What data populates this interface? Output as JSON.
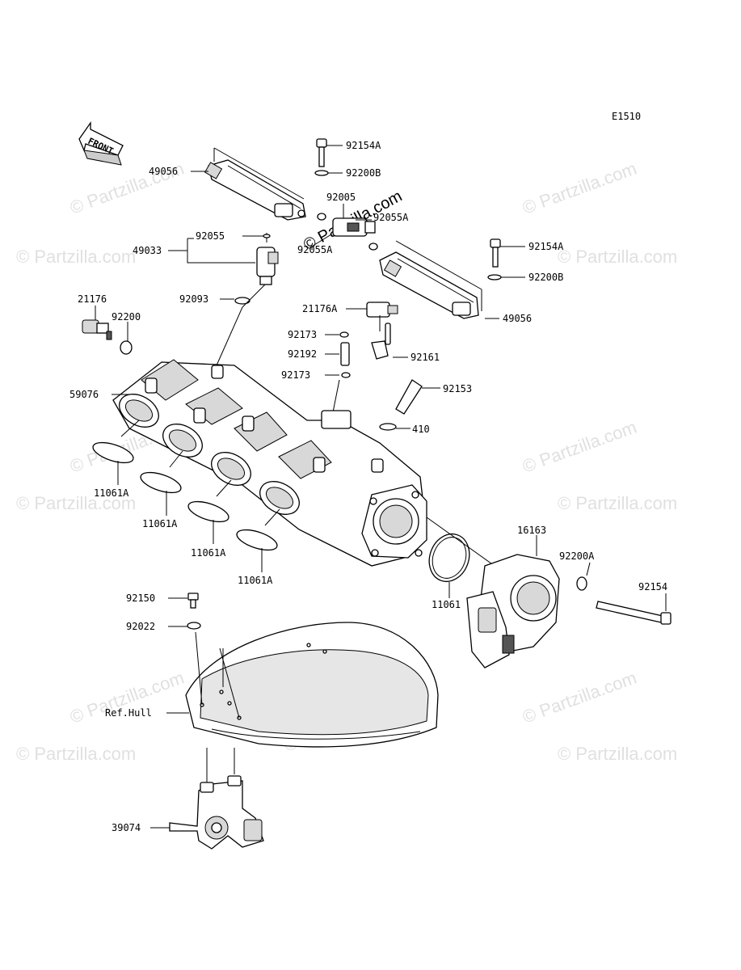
{
  "diagram_code": "E1510",
  "front_label": "FRONT",
  "watermark": "© Partzilla.com",
  "labels": {
    "p49056_top": "49056",
    "p92154A_top": "92154A",
    "p92200B_top": "92200B",
    "p92005": "92005",
    "p92055A_right": "92055A",
    "p92055A_mid": "92055A",
    "p92055": "92055",
    "p49033": "49033",
    "p92093": "92093",
    "p92154A_right": "92154A",
    "p92200B_right": "92200B",
    "p49056_right": "49056",
    "p21176": "21176",
    "p92200": "92200",
    "p21176A": "21176A",
    "p92173_a": "92173",
    "p92192": "92192",
    "p92161": "92161",
    "p92173_b": "92173",
    "p92153": "92153",
    "p59076": "59076",
    "p410": "410",
    "p11061A_1": "11061A",
    "p11061A_2": "11061A",
    "p11061A_3": "11061A",
    "p11061A_4": "11061A",
    "p16163": "16163",
    "p92200A": "92200A",
    "p92154": "92154",
    "p11061": "11061",
    "p92150": "92150",
    "p92022": "92022",
    "ref_hull": "Ref.Hull",
    "p39074": "39074"
  }
}
